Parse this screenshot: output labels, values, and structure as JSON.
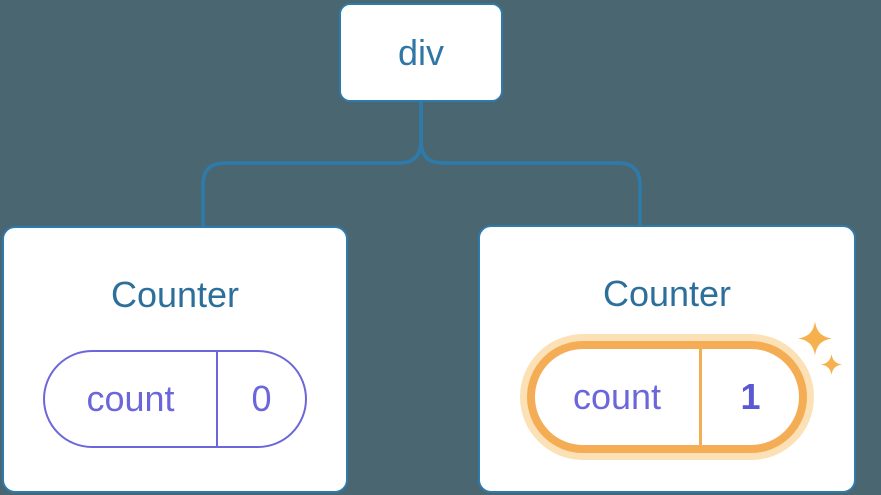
{
  "diagram": {
    "description": "react-component-tree-state-diagram",
    "root": {
      "label": "div"
    },
    "children": [
      {
        "title": "Counter",
        "state": {
          "key": "count",
          "value": "0"
        },
        "highlighted": false
      },
      {
        "title": "Counter",
        "state": {
          "key": "count",
          "value": "1"
        },
        "highlighted": true
      }
    ],
    "icons": {
      "highlight_effect": "sparkles-icon"
    },
    "colors": {
      "background": "#4a6670",
      "connector_blue": "#2e7bab",
      "node_border_blue": "#2e7bab",
      "root_label_blue": "#3177a5",
      "title_blue": "#2d6f9b",
      "state_purple": "#6b67da",
      "state_value_bold_purple": "#5b58d4",
      "highlight_orange": "#f5ad55",
      "highlight_glow_orange": "#fbe1b5",
      "sparkle_orange": "#f6b04e",
      "card_fill": "#ffffff"
    }
  }
}
